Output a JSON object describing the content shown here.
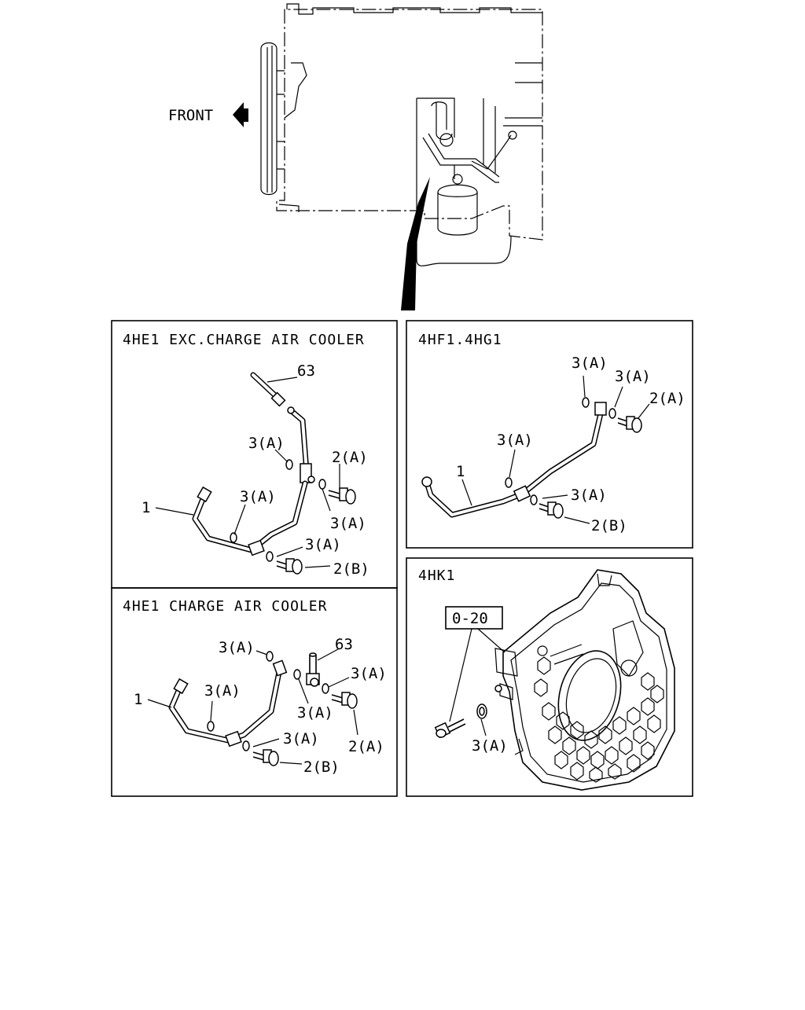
{
  "overview": {
    "front_label": "FRONT"
  },
  "panels": {
    "p1": {
      "title": "4HE1 EXC.CHARGE AIR COOLER",
      "callouts": [
        "63",
        "3(A)",
        "2(A)",
        "1",
        "3(A)",
        "3(A)",
        "3(A)",
        "2(B)"
      ]
    },
    "p2": {
      "title": "4HF1.4HG1",
      "callouts": [
        "3(A)",
        "3(A)",
        "2(A)",
        "3(A)",
        "1",
        "3(A)",
        "2(B)"
      ]
    },
    "p3": {
      "title": "4HE1 CHARGE AIR COOLER",
      "callouts": [
        "3(A)",
        "63",
        "3(A)",
        "1",
        "3(A)",
        "3(A)",
        "3(A)",
        "2(A)",
        "2(B)"
      ]
    },
    "p4": {
      "title": "4HK1",
      "callouts": [
        "0-20",
        "3(A)"
      ]
    }
  }
}
